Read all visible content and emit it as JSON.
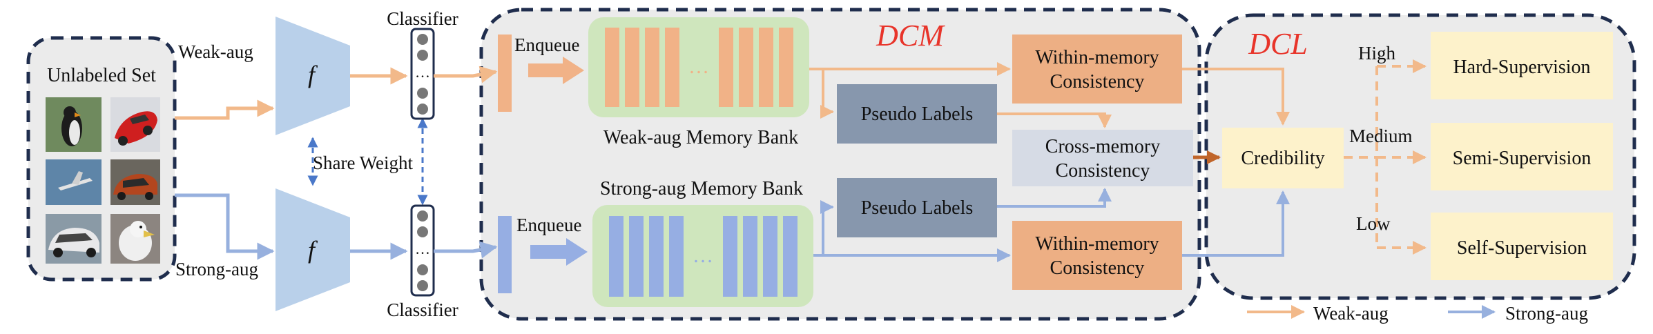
{
  "input": {
    "title": "Unlabeled Set",
    "thumbnails": [
      "bird-photo",
      "red-car-photo",
      "plane-photo",
      "orange-car-photo",
      "white-car-photo",
      "seabird-photo"
    ]
  },
  "encoder": {
    "weak_symbol": "f",
    "strong_symbol": "f"
  },
  "labels": {
    "weak_aug": "Weak-aug",
    "strong_aug": "Strong-aug",
    "classifier_top": "Classifier",
    "classifier_bottom": "Classifier",
    "share_weight": "Share Weight",
    "enqueue_top": "Enqueue",
    "enqueue_bottom": "Enqueue",
    "weak_bank": "Weak-aug Memory Bank",
    "strong_bank": "Strong-aug Memory Bank",
    "ellipsis": "…"
  },
  "dcm": {
    "title": "DCM",
    "within_top": [
      "Within-memory",
      "Consistency"
    ],
    "within_bottom": [
      "Within-memory",
      "Consistency"
    ],
    "pseudo_top": "Pseudo Labels",
    "pseudo_bottom": "Pseudo Labels",
    "cross": [
      "Cross-memory",
      "Consistency"
    ]
  },
  "dcl": {
    "title": "DCL",
    "credibility": "Credibility",
    "levels": [
      "High",
      "Medium",
      "Low"
    ],
    "supervision": [
      "Hard-Supervision",
      "Semi-Supervision",
      "Self-Supervision"
    ]
  },
  "legend": {
    "weak": "Weak-aug",
    "strong": "Strong-aug"
  },
  "colors": {
    "weak_arrow": "#f2b98a",
    "strong_arrow": "#97b0de",
    "encoder_fill": "#b9d0ea",
    "bank_fill": "#cfe6bd",
    "weak_slot": "#f1b287",
    "strong_slot": "#96aee3",
    "orange_box": "#edaf84",
    "pseudo_box": "#8797ad",
    "cross_box": "#d6dbe5",
    "yellow_box": "#fdf2cb",
    "dcm_red": "#e8342a",
    "panel_bg": "#ebebeb",
    "dash_border": "#1f2d4d"
  }
}
